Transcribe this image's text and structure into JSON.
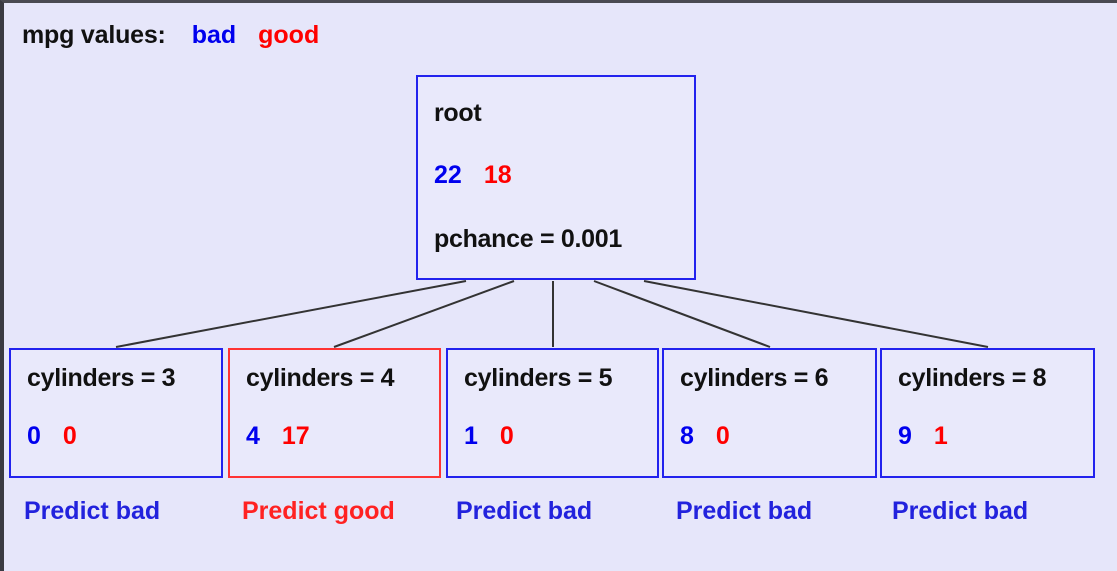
{
  "legend": {
    "label": "mpg values:",
    "class_bad": "bad",
    "class_good": "good",
    "color_bad": "#0000ee",
    "color_good": "#ff0000"
  },
  "colors": {
    "background": "#e6e6fa",
    "node_border_blue": "#2222ee",
    "node_border_red": "#ff3333",
    "edge": "#333333"
  },
  "tree": {
    "root": {
      "title": "root",
      "count_bad": "22",
      "count_good": "18",
      "meta": "pchance = 0.001",
      "border": "blue"
    },
    "leaves": [
      {
        "title": "cylinders = 3",
        "count_bad": "0",
        "count_good": "0",
        "predict": "Predict bad",
        "predict_class": "bad",
        "border": "blue"
      },
      {
        "title": "cylinders = 4",
        "count_bad": "4",
        "count_good": "17",
        "predict": "Predict good",
        "predict_class": "good",
        "border": "red"
      },
      {
        "title": "cylinders = 5",
        "count_bad": "1",
        "count_good": "0",
        "predict": "Predict bad",
        "predict_class": "bad",
        "border": "blue"
      },
      {
        "title": "cylinders = 6",
        "count_bad": "8",
        "count_good": "0",
        "predict": "Predict bad",
        "predict_class": "bad",
        "border": "blue"
      },
      {
        "title": "cylinders = 8",
        "count_bad": "9",
        "count_good": "1",
        "predict": "Predict bad",
        "predict_class": "bad",
        "border": "blue"
      }
    ]
  }
}
